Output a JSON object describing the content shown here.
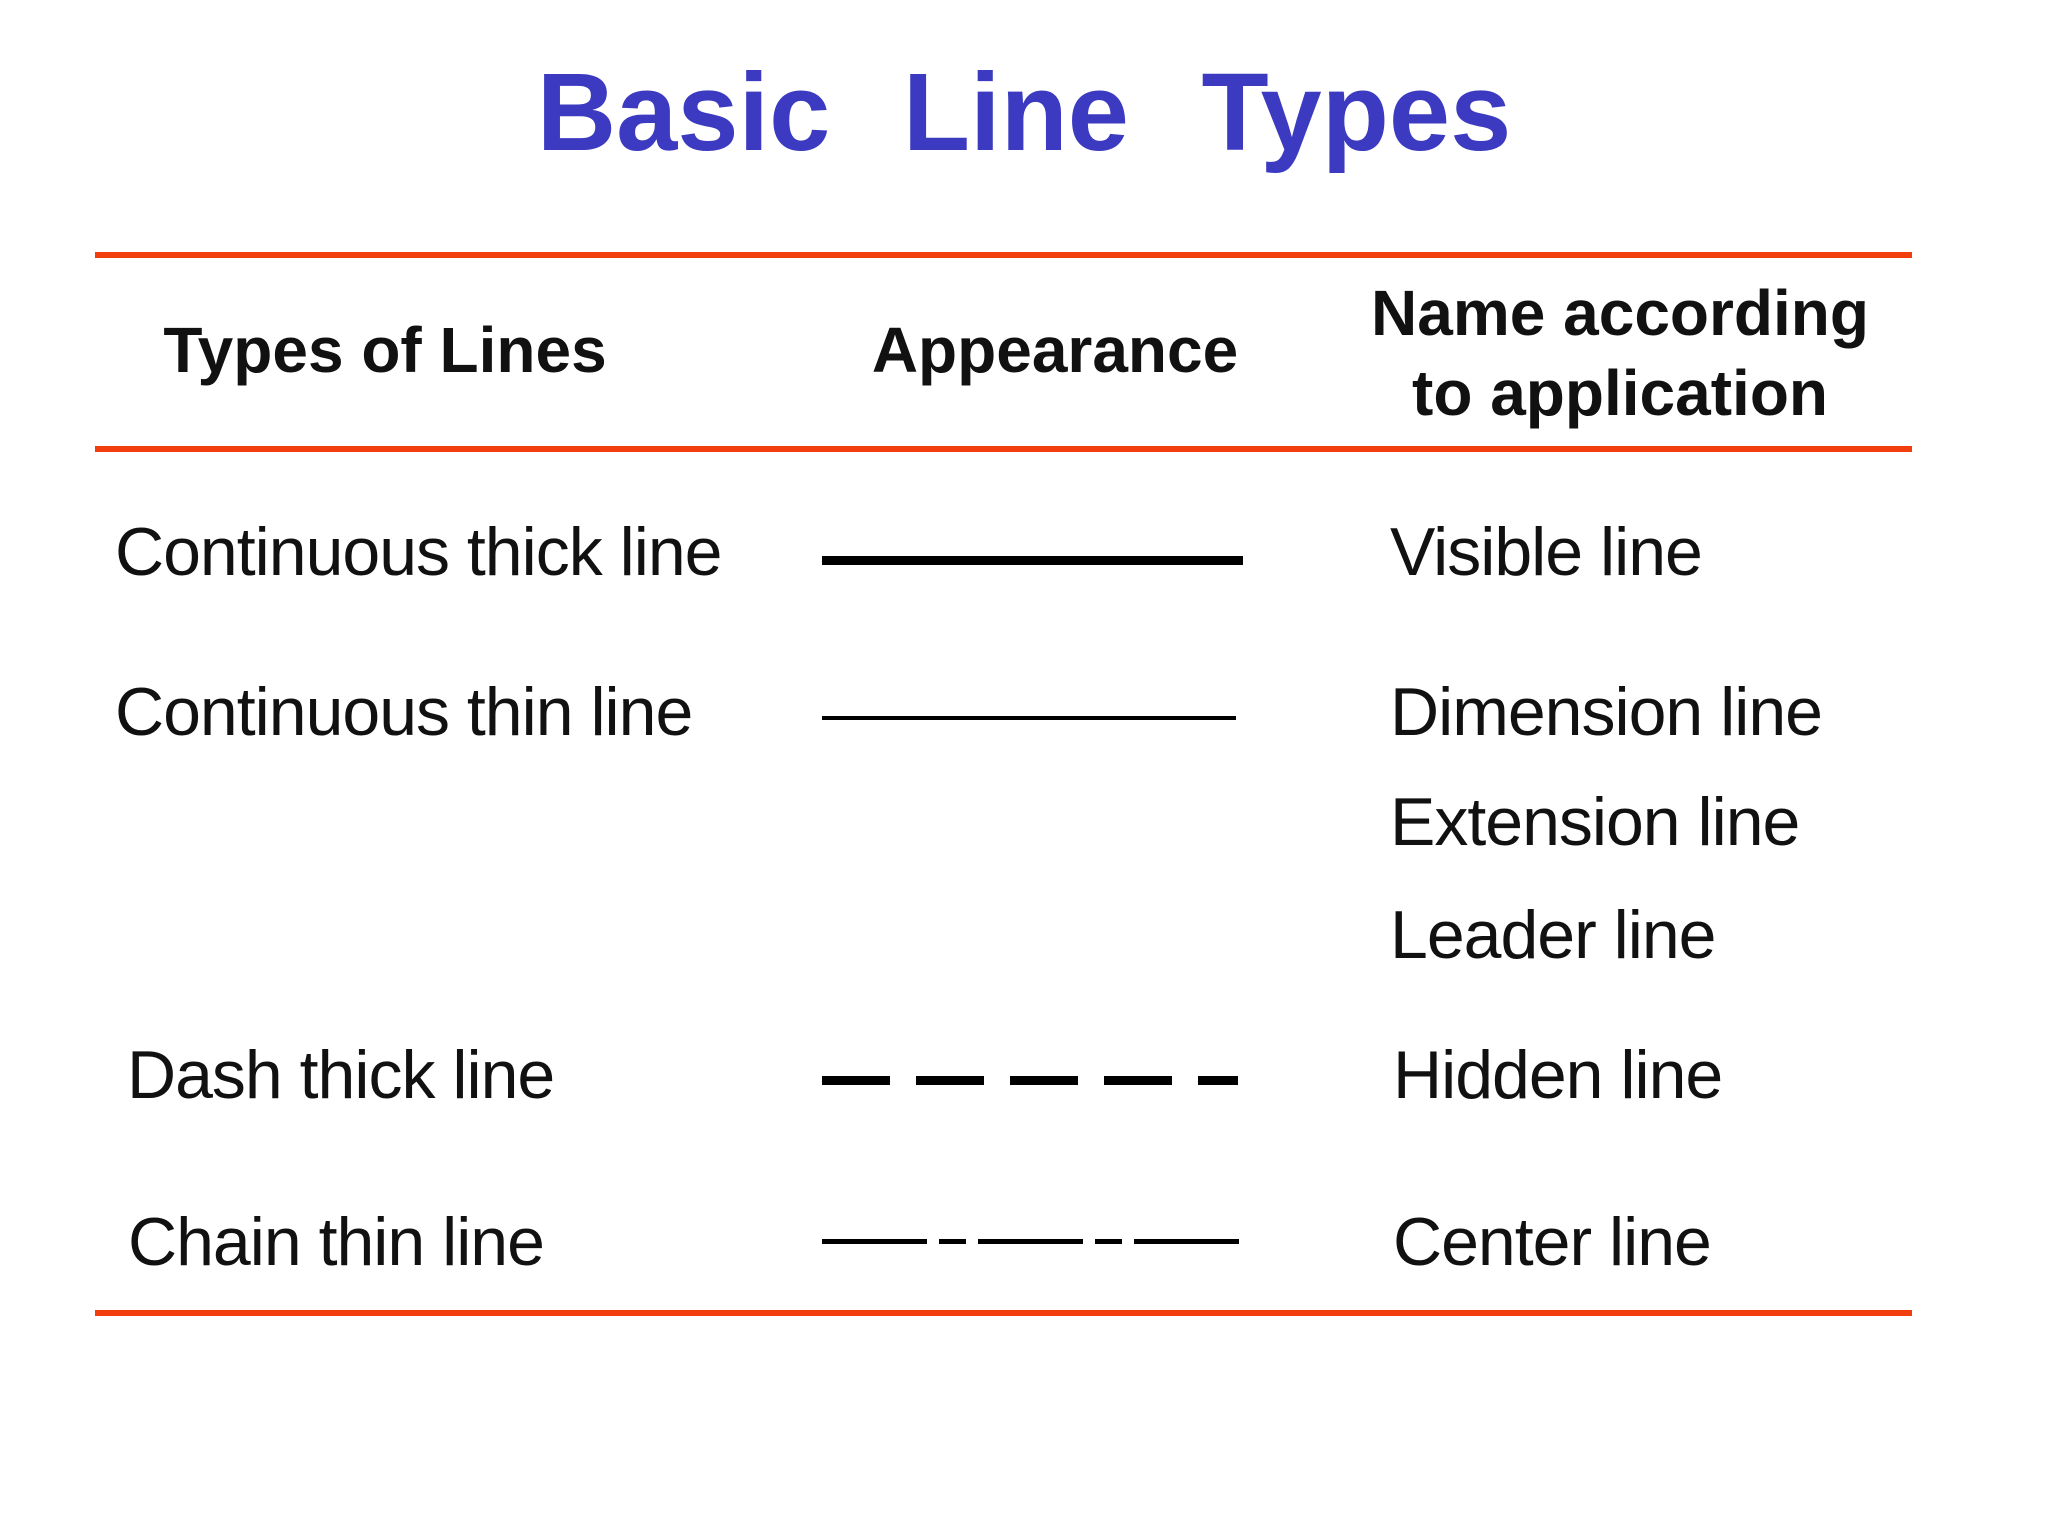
{
  "title": "Basic Line Types",
  "colors": {
    "title_blue": "#3b3ac1",
    "rule_orange": "#f23e0d",
    "text_black": "#111111",
    "line_black": "#000000"
  },
  "table": {
    "headers": {
      "col1": "Types of Lines",
      "col2": "Appearance",
      "col3_line1": "Name according",
      "col3_line2": "to application"
    },
    "rows": [
      {
        "type": "Continuous thick line",
        "appearance": "continuous-thick-line",
        "names": [
          "Visible line"
        ]
      },
      {
        "type": "Continuous thin line",
        "appearance": "continuous-thin-line",
        "names": [
          "Dimension line",
          "Extension line",
          "Leader line"
        ]
      },
      {
        "type": "Dash thick line",
        "appearance": "dash-thick-line",
        "names": [
          "Hidden line"
        ]
      },
      {
        "type": "Chain thin line",
        "appearance": "chain-thin-line",
        "names": [
          "Center line"
        ]
      }
    ]
  }
}
